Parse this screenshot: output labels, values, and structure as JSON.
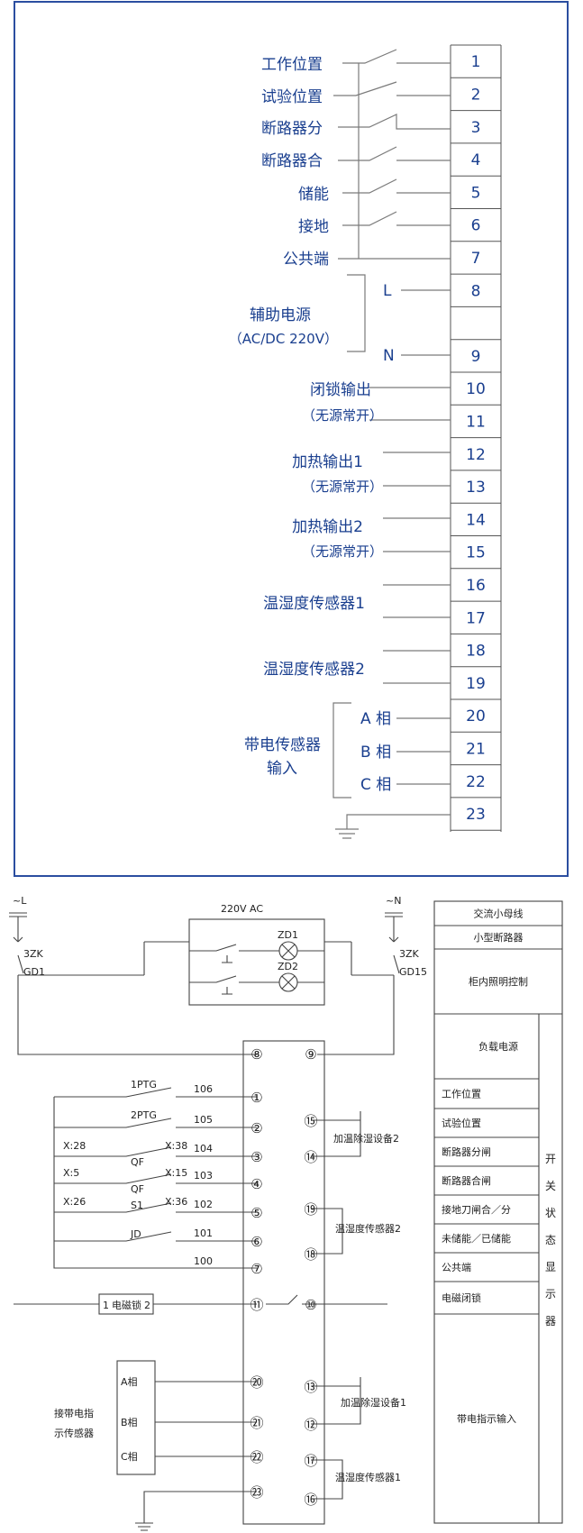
{
  "top_panel": {
    "labels": {
      "work": "工作位置",
      "test": "试验位置",
      "cb_open": "断路器分",
      "cb_close": "断路器合",
      "storage": "储能",
      "ground": "接地",
      "common": "公共端",
      "aux_power": "辅助电源",
      "aux_power_spec": "（AC/DC 220V）",
      "L": "L",
      "N": "N",
      "lock_out": "闭锁输出",
      "lock_out_note": "（无源常开）",
      "heat1": "加热输出1",
      "heat1_note": "（无源常开）",
      "heat2": "加热输出2",
      "heat2_note": "（无源常开）",
      "th1": "温湿度传感器1",
      "th2": "温湿度传感器2",
      "live_sensor": "带电传感器",
      "live_sensor2": "输入",
      "phaseA": "A 相",
      "phaseB": "B 相",
      "phaseC": "C 相"
    },
    "terminals": [
      "1",
      "2",
      "3",
      "4",
      "5",
      "6",
      "7",
      "8",
      "",
      "9",
      "10",
      "11",
      "12",
      "13",
      "14",
      "15",
      "16",
      "17",
      "18",
      "19",
      "20",
      "21",
      "22",
      "23"
    ]
  },
  "bottom_panel": {
    "supply": {
      "L": "~L",
      "N": "~N",
      "zk_left": "3ZK",
      "zk_right": "3ZK",
      "gd_left": "GD1",
      "gd_right": "GD15",
      "ac": "220V AC",
      "zd1": "ZD1",
      "zd2": "ZD2"
    },
    "contacts": {
      "ptg1": "1PTG",
      "ptg2": "2PTG",
      "qf1": "QF",
      "qf2": "QF",
      "s1": "S1",
      "jd": "JD",
      "x28": "X:28",
      "x5": "X:5",
      "x26": "X:26",
      "x38": "X:38",
      "x15": "X:15",
      "x36": "X:36"
    },
    "wires": [
      "106",
      "105",
      "104",
      "103",
      "102",
      "101",
      "100"
    ],
    "circled_left": [
      "⑧",
      "①",
      "②",
      "③",
      "④",
      "⑤",
      "⑥",
      "⑦",
      "⑪",
      "⑳",
      "㉑",
      "㉒",
      "㉓"
    ],
    "circled_right": [
      "⑨",
      "⑮",
      "⑭",
      "⑲",
      "⑱",
      "⑩",
      "⑬",
      "⑫",
      "⑰",
      "⑯"
    ],
    "lock": {
      "num1": "1",
      "label": "电磁锁",
      "num2": "2"
    },
    "devices": {
      "heater2": "加温除湿设备2",
      "th2": "温湿度传感器2",
      "heater1": "加温除湿设备1",
      "th1": "温湿度传感器1"
    },
    "live": {
      "A": "A相",
      "B": "B相",
      "C": "C相",
      "title1": "接带电指",
      "title2": "示传感器"
    },
    "legend": {
      "rows": [
        "交流小母线",
        "小型断路器",
        "柜内照明控制",
        "负载电源",
        "工作位置",
        "试验位置",
        "断路器分闸",
        "断路器合闸",
        "接地刀闸合／分",
        "未储能／已储能",
        "公共端",
        "电磁闭锁",
        "带电指示输入"
      ],
      "side": [
        "开",
        "关",
        "状",
        "态",
        "显",
        "示",
        "器"
      ]
    }
  }
}
